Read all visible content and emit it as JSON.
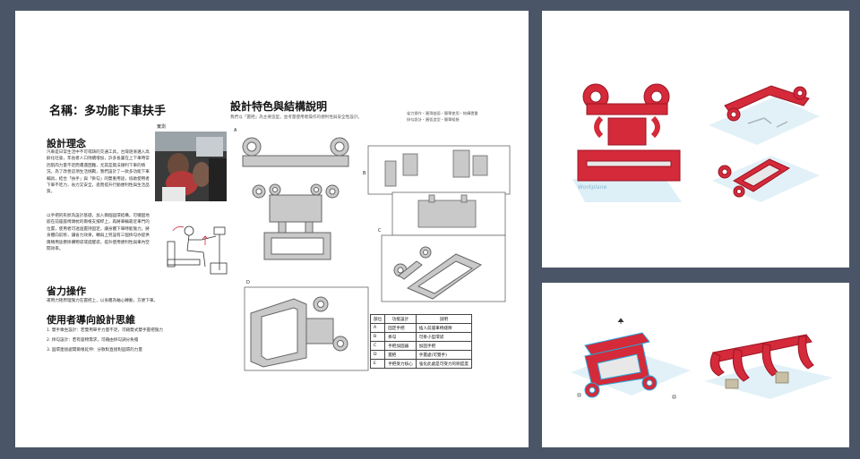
{
  "poster": {
    "title": "名稱：多功能下車扶手",
    "design_concept_heading": "設計理念",
    "concept_paragraph_1": "汽車是日常生活中不可或缺的交通工具，台灣逐漸邁入高齡化社會，年長者人口持續增加，許多長輩在上下車時常因肌肉力量不足而遭遇困難，尤其是無法順利下車的情況。為了改善這項生活挑戰，我們設計了一款多功能下車輔具，結合「扶手」與「掛勾」的雙重用途，協助使用者下車不吃力，省力又安全，進而提升行動便利性與生活品質。",
    "concept_paragraph_2": "以手把的形狀為設計基礎，加入兩個圓環結構，可穩固地嵌在前座座椅頭枕的兩根支撐桿上，再將車輛靠近車門的位置，使用者可透過握持固定，讓身體下車時能施力，將身體向前移，讓省力效果，轉與上另設有三個掛勾亦提供兩類用途懸掛購物袋或提醒袋，提升使用便利性與車內空間效率。",
    "photo_caption": "實測",
    "effort_heading": "省力操作",
    "effort_desc": "運用力矩原理施力在握把上，以身體為軸心轉動，方便下車。",
    "user_design_heading": "使用者導向設計思維",
    "user_points": [
      "1. 雙手乘坐設計：若雙用單手力量不足，可藉雙式雙手握把施力",
      "2. 掛勾設計：若有座物需求，可藉由掛勾調分負擔",
      "3. 圓環連接處間兩根延伸：分散對直接對圓環的力量"
    ],
    "features_heading": "設計特色與結構說明",
    "features_sub": "我們以「握把」為主要造型，並考量使用者操作的便利性與安全性設計。",
    "features_note_1": "省力操作・圓滑曲面・簡單使用・結構穩重",
    "features_note_2": "掛勾設計・圓弧造型・簡單組裝",
    "view_labels": [
      "A",
      "B",
      "C",
      "D"
    ],
    "table": {
      "headers": [
        "部位",
        "功能設計",
        "說明"
      ],
      "rows": [
        [
          "A",
          "固定手把",
          "插入前座車椅縫隙"
        ],
        [
          "B",
          "掛勾",
          "可掛小型環袋"
        ],
        [
          "C",
          "手把加固器",
          "加固手把"
        ],
        [
          "D",
          "握把",
          "手握處(可雙手)"
        ],
        [
          "E",
          "手把受力核心",
          "強化此處是可受力的剛度度"
        ]
      ]
    }
  },
  "render_top": {
    "watermark": "Workplane"
  },
  "colors": {
    "background": "#4b5568",
    "model_red": "#d42a3a",
    "model_dark_red": "#9b1424",
    "gray_model": "#c9c9c9",
    "gray_edge": "#6e6e6e",
    "workplane": "#cfe8f4"
  }
}
